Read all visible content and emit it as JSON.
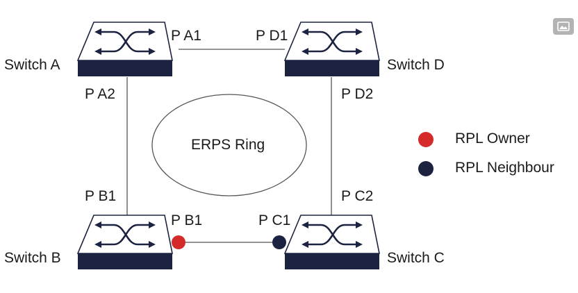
{
  "switches": {
    "a": {
      "name": "Switch A",
      "port_top": "P A1",
      "port_side": "P A2"
    },
    "b": {
      "name": "Switch B",
      "port_top": "P B1",
      "port_side": "P B1"
    },
    "c": {
      "name": "Switch C",
      "port_top": "P C1",
      "port_side": "P C2"
    },
    "d": {
      "name": "Switch D",
      "port_top": "P D1",
      "port_side": "P D2"
    }
  },
  "ring": {
    "label": "ERPS Ring"
  },
  "legend": {
    "owner": {
      "label": "RPL Owner",
      "color": "#d42a2a"
    },
    "neighbour": {
      "label": "RPL Neighbour",
      "color": "#1c2340"
    }
  },
  "colors": {
    "switch_base": "#1c2340",
    "line": "#555555"
  },
  "icons": {
    "image_button": "image-icon",
    "switch": "switch-arrows-icon"
  }
}
